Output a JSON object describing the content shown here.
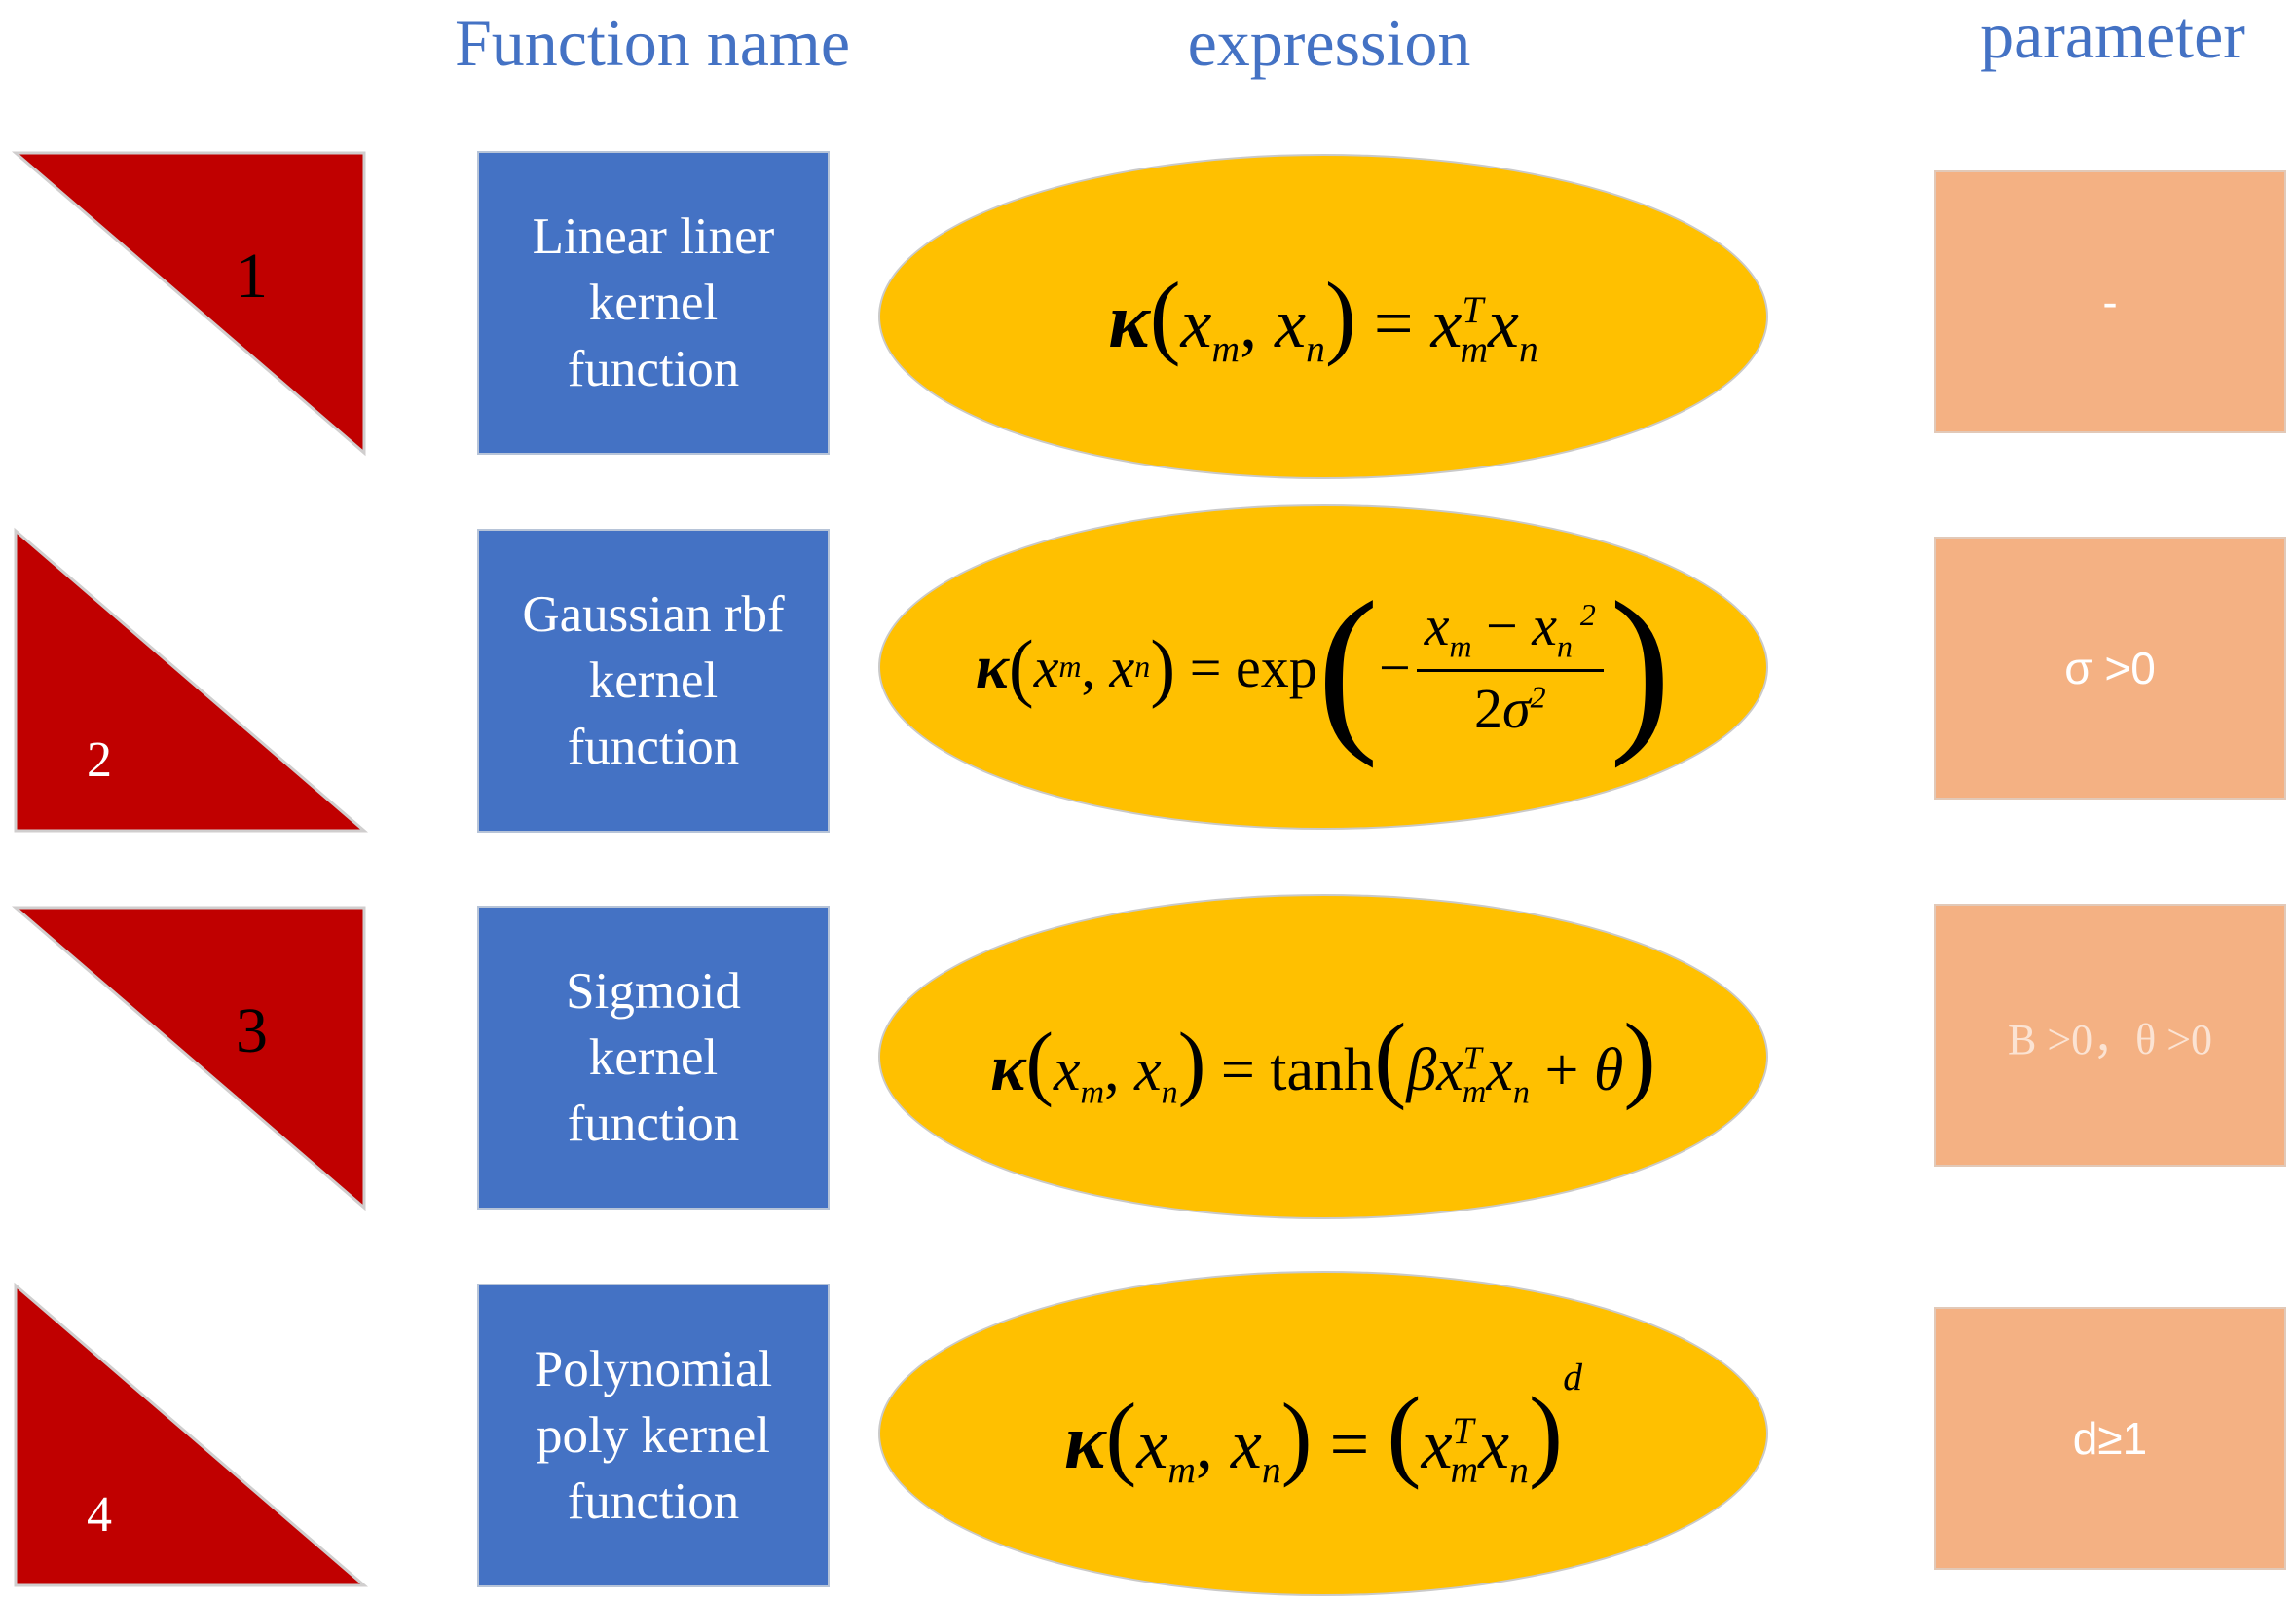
{
  "headers": {
    "function_name": "Function name",
    "expression": "expression",
    "parameter": "parameter"
  },
  "rows": [
    {
      "number": "1",
      "name_lines": [
        "Linear liner",
        "kernel",
        "function"
      ],
      "expression": "κ(x_m, x_n) = x_m^T x_n",
      "parameter": "-"
    },
    {
      "number": "2",
      "name_lines": [
        "Gaussian rbf",
        "kernel",
        "function"
      ],
      "expression": "κ(x_m, x_n) = exp(−(x_m − x_n)^2 / 2σ^2)",
      "parameter": "σ >0"
    },
    {
      "number": "3",
      "name_lines": [
        "Sigmoid",
        "kernel",
        "function"
      ],
      "expression": "κ(x_m, x_n) = tanh(βx_m^T x_n + θ)",
      "parameter": "Β >0，θ >0"
    },
    {
      "number": "4",
      "name_lines": [
        "Polynomial",
        "poly kernel",
        "function"
      ],
      "expression": "κ(x_m, x_n) = (x_m^T x_n)^d",
      "parameter": "d≥1"
    }
  ],
  "colors": {
    "header": "#4472c4",
    "triangle": "#c00000",
    "name_box": "#4472c4",
    "formula_ellipse": "#ffc000",
    "parameter_box": "#f4b183"
  }
}
